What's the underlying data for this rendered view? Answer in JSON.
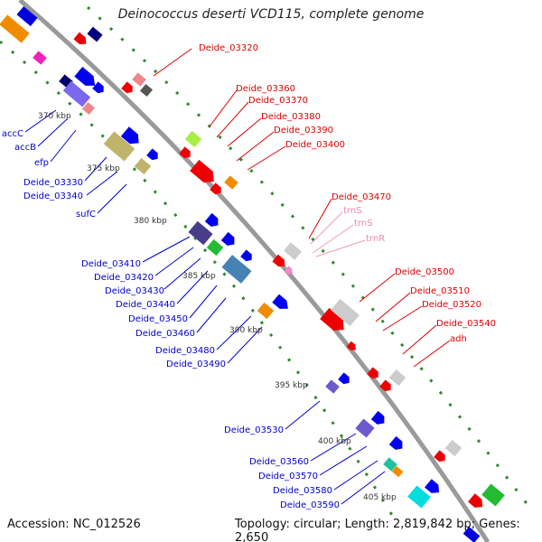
{
  "title": "Deinococcus deserti VCD115, complete genome",
  "footer": {
    "accession": "Accession: NC_012526",
    "topology": "Topology: circular; Length: 2,819,842 bp; Genes: 2,650"
  },
  "colors": {
    "backbone": "#999999",
    "tick_marks": "#2e8b2e",
    "forward_labels": "#dd0000",
    "reverse_labels": "#0000cc",
    "rna_labels": "#ee88aa",
    "ruler_text": "#333333"
  },
  "ruler": [
    "370 kbp",
    "375 kbp",
    "380 kbp",
    "385 kbp",
    "390 kbp",
    "395 kbp",
    "400 kbp",
    "405 kbp"
  ],
  "forward_labels": [
    "Deide_03320",
    "Deide_03360",
    "Deide_03370",
    "Deide_03380",
    "Deide_03390",
    "Deide_03400",
    "Deide_03470",
    "Deide_03500",
    "Deide_03510",
    "Deide_03520",
    "Deide_03540",
    "adh"
  ],
  "rna_labels": [
    "trnS",
    "trnS",
    "trnR"
  ],
  "reverse_labels": [
    "accC",
    "accB",
    "efp",
    "Deide_03330",
    "Deide_03340",
    "sufC",
    "Deide_03410",
    "Deide_03420",
    "Deide_03430",
    "Deide_03440",
    "Deide_03450",
    "Deide_03460",
    "Deide_03480",
    "Deide_03490",
    "Deide_03530",
    "Deide_03560",
    "Deide_03570",
    "Deide_03580",
    "Deide_03590"
  ]
}
